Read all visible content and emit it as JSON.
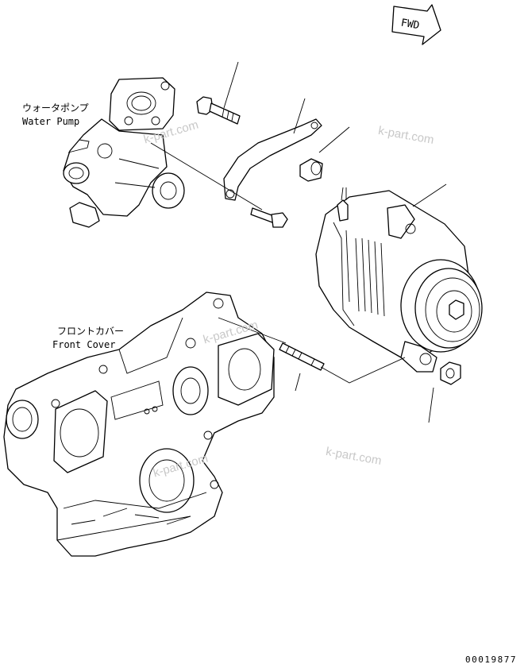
{
  "fwd_tag": "FWD",
  "labels": {
    "water_pump_jp": "ウォータポンプ",
    "water_pump_en": "Water Pump",
    "front_cover_jp": "フロントカバー",
    "front_cover_en": "Front Cover"
  },
  "watermarks": [
    "k-part.com",
    "k-part.com",
    "k-part.com",
    "k-part.com",
    "k-part.com"
  ],
  "drawing_number": "00019877"
}
